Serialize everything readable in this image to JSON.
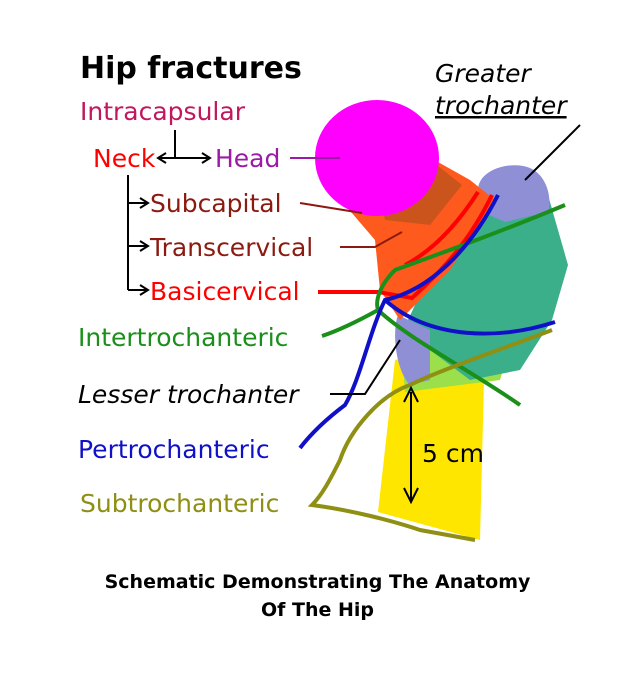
{
  "diagram": {
    "title": "Hip fractures",
    "labels": {
      "intracapsular": "Intracapsular",
      "neck": "Neck",
      "head": "Head",
      "subcapital": "Subcapital",
      "transcervical": "Transcervical",
      "basicervical": "Basicervical",
      "intertrochanteric": "Intertrochanteric",
      "lesser_trochanter": "Lesser trochanter",
      "pertrochanteric": "Pertrochanteric",
      "subtrochanteric": "Subtrochanteric",
      "greater_line1": "Greater",
      "greater_line2": "trochanter",
      "distance": "5 cm"
    },
    "colors": {
      "intracapsular": "#c0175f",
      "neck": "#ff0000",
      "head": "#9b1aa6",
      "neck_sub": "#8b1a10",
      "intertrochanteric": "#1a8f1a",
      "pertrochanteric": "#1010c8",
      "subtrochanteric": "#8f8f14",
      "femoral_head": "#ff00ff",
      "shaft": "#ffe600",
      "trochanter_region": "#3aaf8a",
      "greater_trochanter": "#8f8fd6"
    }
  },
  "caption": {
    "line1": "Schematic Demonstrating The Anatomy",
    "line2": "Of The Hip"
  }
}
